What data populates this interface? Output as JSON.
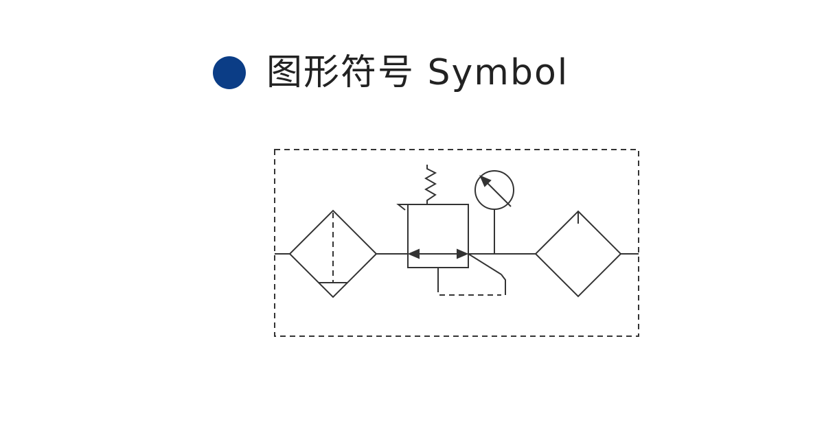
{
  "heading": {
    "title": "图形符号 Symbol",
    "bullet_color": "#0b3d86"
  },
  "symbol": {
    "components": [
      "filter-with-drain",
      "pressure-regulator",
      "pressure-gauge",
      "lubricator"
    ],
    "stroke_color": "#333333"
  }
}
